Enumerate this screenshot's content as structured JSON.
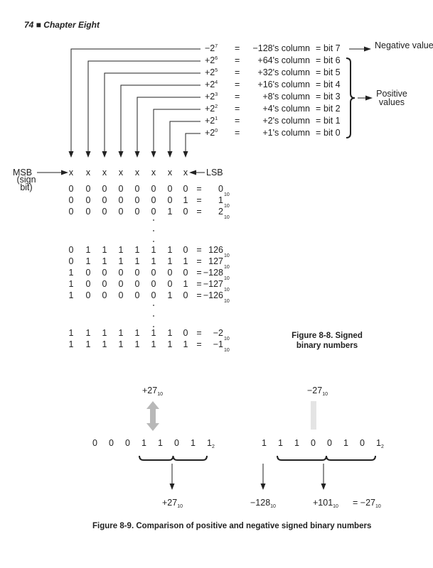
{
  "header": {
    "page_number": "74",
    "separator": "■",
    "chapter": "Chapter Eight"
  },
  "fig8_8": {
    "columns": [
      {
        "power": "−2",
        "exp": "7",
        "column": "−128's column",
        "bit": "bit 7"
      },
      {
        "power": "+2",
        "exp": "6",
        "column": "+64's column",
        "bit": "bit 6"
      },
      {
        "power": "+2",
        "exp": "5",
        "column": "+32's column",
        "bit": "bit 5"
      },
      {
        "power": "+2",
        "exp": "4",
        "column": "+16's column",
        "bit": "bit 4"
      },
      {
        "power": "+2",
        "exp": "3",
        "column": "+8's column",
        "bit": "bit 3"
      },
      {
        "power": "+2",
        "exp": "2",
        "column": "+4's column",
        "bit": "bit 2"
      },
      {
        "power": "+2",
        "exp": "1",
        "column": "+2's column",
        "bit": "bit 1"
      },
      {
        "power": "+2",
        "exp": "0",
        "column": "+1's column",
        "bit": "bit 0"
      }
    ],
    "negative_label": "Negative value",
    "positive_label": "Positive values",
    "msb_label": "MSB",
    "msb_note": "(sign bit)",
    "lsb_label": "LSB",
    "placeholder": "x",
    "rows": [
      {
        "bits": "00000000",
        "value": "0"
      },
      {
        "bits": "00000001",
        "value": "1"
      },
      {
        "bits": "00000010",
        "value": "2"
      },
      {
        "bits": "01111110",
        "value": "126"
      },
      {
        "bits": "01111111",
        "value": "127"
      },
      {
        "bits": "10000000",
        "value": "−128"
      },
      {
        "bits": "10000001",
        "value": "−127"
      },
      {
        "bits": "10000010",
        "value": "−126"
      },
      {
        "bits": "11111110",
        "value": "−2"
      },
      {
        "bits": "11111111",
        "value": "−1"
      }
    ],
    "base": "10",
    "caption": "Figure 8-8. Signed binary numbers"
  },
  "fig8_9": {
    "left": {
      "title": "+27",
      "bits": "00011011",
      "result": "+27"
    },
    "right": {
      "title": "−27",
      "bits": "11100101",
      "msb_value": "−128",
      "rest_value": "+101",
      "total": "= −27"
    },
    "binary_base": "2",
    "base": "10",
    "caption": "Figure 8-9. Comparison of positive and negative signed binary numbers"
  }
}
